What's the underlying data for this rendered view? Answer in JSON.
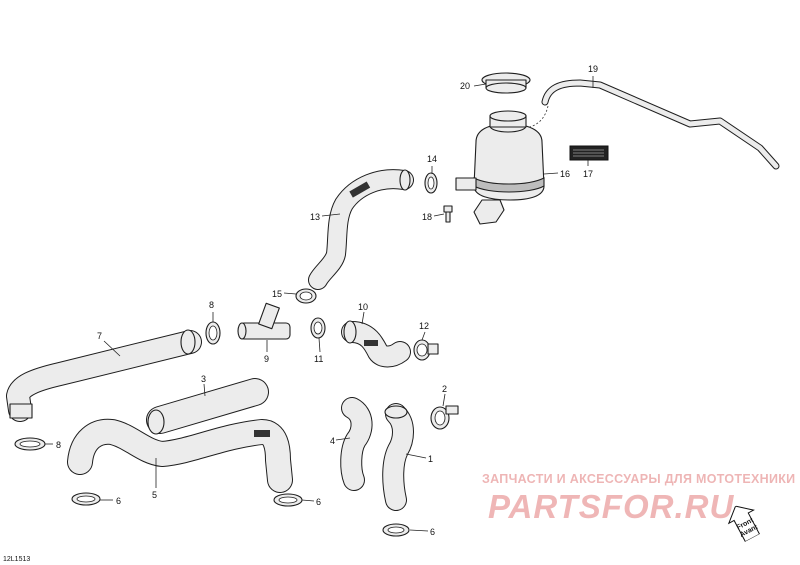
{
  "document": {
    "code": "12L1513"
  },
  "watermark": {
    "tagline": "ЗАПЧАСТИ И АКСЕССУАРЫ ДЛЯ МОТОТЕХНИКИ",
    "logo": "PARTSFOR.RU"
  },
  "orientation": {
    "front_en": "Front",
    "front_fr": "Avant"
  },
  "callouts": {
    "c1": "1",
    "c2": "2",
    "c3": "3",
    "c4": "4",
    "c5": "5",
    "c6a": "6",
    "c6b": "6",
    "c6c": "6",
    "c7": "7",
    "c8a": "8",
    "c8b": "8",
    "c9": "9",
    "c10": "10",
    "c11": "11",
    "c12": "12",
    "c13": "13",
    "c14": "14",
    "c15": "15",
    "c16": "16",
    "c17": "17",
    "c18": "18",
    "c19": "19",
    "c20": "20"
  }
}
